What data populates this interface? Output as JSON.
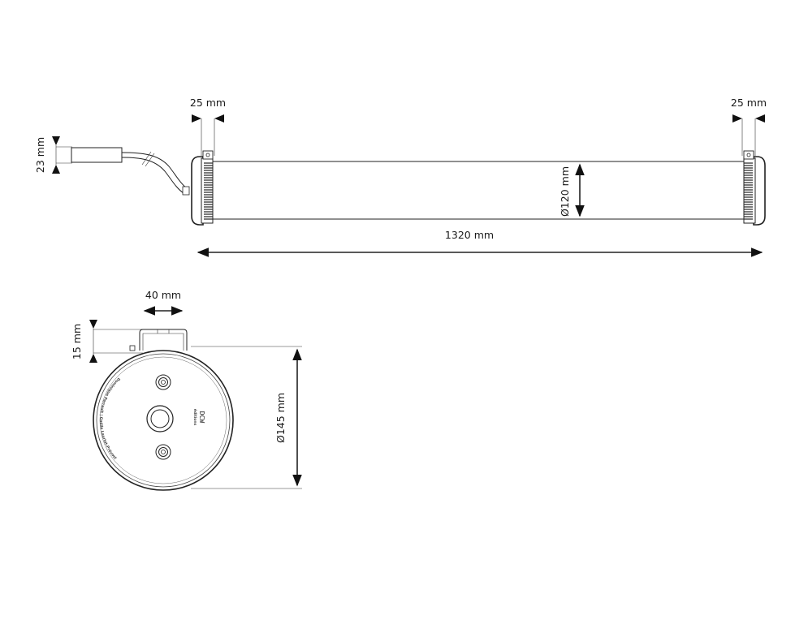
{
  "dimensions": {
    "cap_width_left": "25 mm",
    "cap_width_right": "25 mm",
    "connector_height": "23 mm",
    "tube_diameter": "Ø120 mm",
    "tube_length": "1320 mm",
    "bracket_width": "40 mm",
    "bracket_height": "15 mm",
    "end_diameter": "Ø145 mm"
  },
  "end_cap": {
    "inscription_left": "Dominique Perrault | Gaëlle Lauriot-Prévost",
    "logo": "DCW",
    "logo_sub": "éditions"
  },
  "colors": {
    "line": "#222222",
    "background": "#ffffff"
  }
}
